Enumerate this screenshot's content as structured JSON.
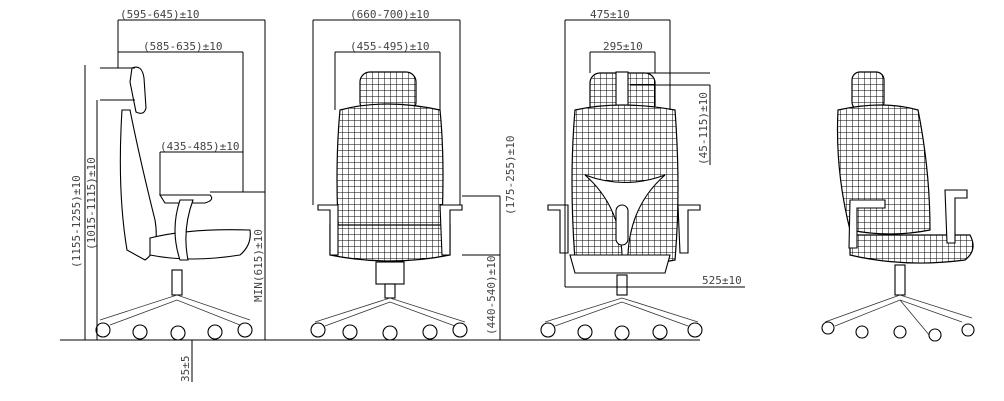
{
  "dimensions": {
    "side_overall_depth": "(595-645)±10",
    "side_back_depth": "(585-635)±10",
    "side_seat_depth": "(435-485)±10",
    "side_total_height": "(1155-1255)±10",
    "side_back_height": "(1015-1115)±10",
    "side_armrest_height": "MIN(615)±10",
    "side_base_height": "35±5",
    "front_overall_width": "(660-700)±10",
    "front_back_width": "(455-495)±10",
    "front_armrest_adjust": "(175-255)±10",
    "front_seat_height": "(440-540)±10",
    "back_width": "475±10",
    "headrest_width": "295±10",
    "headrest_adjust": "(45-115)±10",
    "seat_width": "525±10"
  },
  "views": [
    "side-view",
    "front-view",
    "back-view",
    "perspective-view"
  ]
}
